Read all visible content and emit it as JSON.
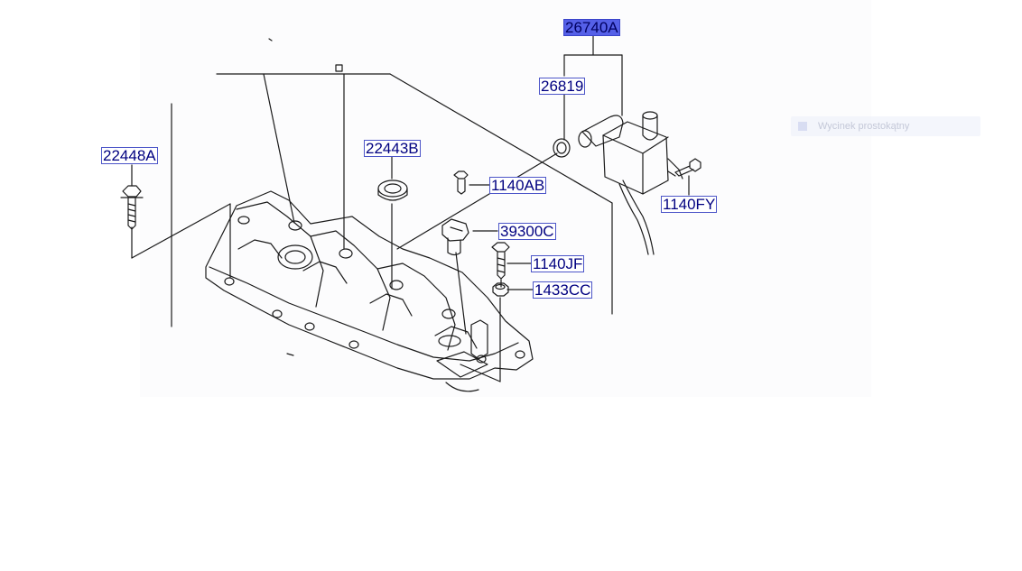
{
  "parts": [
    {
      "number": "26740A",
      "selected": true
    },
    {
      "number": "26819",
      "selected": false
    },
    {
      "number": "22443B",
      "selected": false
    },
    {
      "number": "22448A",
      "selected": false
    },
    {
      "number": "1140AB",
      "selected": false
    },
    {
      "number": "39300C",
      "selected": false
    },
    {
      "number": "1140JF",
      "selected": false
    },
    {
      "number": "1433CC",
      "selected": false
    },
    {
      "number": "1140FY",
      "selected": false
    }
  ],
  "tooltip": {
    "text": "Wycinek prostokątny"
  },
  "colors": {
    "label_text": "#000080",
    "label_border": "#4c55c8",
    "selected_fill": "#5560e8",
    "line": "#1a1a1a"
  }
}
